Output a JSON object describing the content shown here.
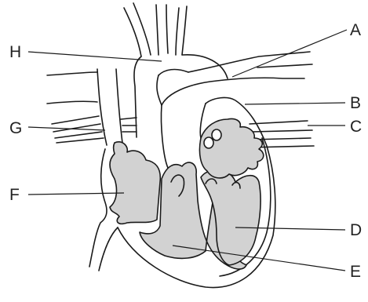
{
  "labels": {
    "A": "A",
    "B": "B",
    "C": "C",
    "D": "D",
    "E": "E",
    "F": "F",
    "G": "G",
    "H": "H"
  },
  "colors": {
    "chamber_fill": "#d2d2d2",
    "outline": "#1a1a1a",
    "background": "#ffffff"
  }
}
